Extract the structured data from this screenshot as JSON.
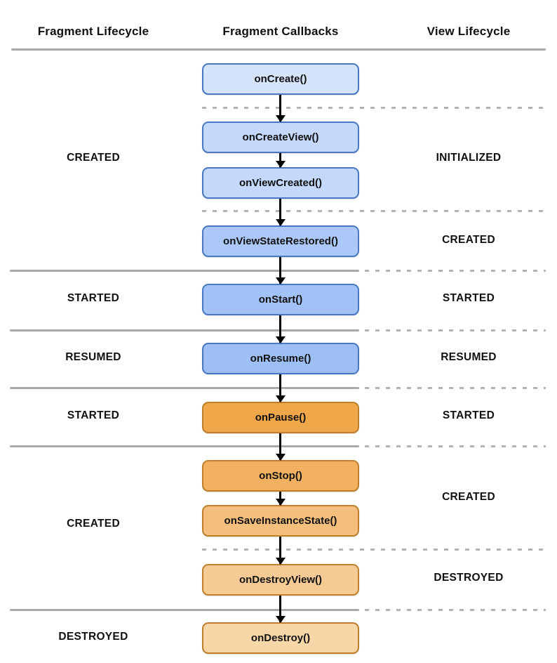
{
  "header": {
    "columns": [
      "Fragment Lifecycle",
      "Fragment Callbacks",
      "View Lifecycle"
    ]
  },
  "callbacks": [
    {
      "label": "onCreate()",
      "fill": "#d5e3fb",
      "border": "#4a77c2"
    },
    {
      "label": "onCreateView()",
      "fill": "#c3d8fa",
      "border": "#4a77c2"
    },
    {
      "label": "onViewCreated()",
      "fill": "#c3d8fa",
      "border": "#4a77c2"
    },
    {
      "label": "onViewStateRestored()",
      "fill": "#abc8f8",
      "border": "#4a77c2"
    },
    {
      "label": "onStart()",
      "fill": "#a2c2f7",
      "border": "#4a77c2"
    },
    {
      "label": "onResume()",
      "fill": "#9dbff5",
      "border": "#4a77c2"
    },
    {
      "label": "onPause()",
      "fill": "#efa74a",
      "border": "#bf7e2a"
    },
    {
      "label": "onStop()",
      "fill": "#f1b161",
      "border": "#bf7e2a"
    },
    {
      "label": "onSaveInstanceState()",
      "fill": "#f4bf7d",
      "border": "#bf7e2a"
    },
    {
      "label": "onDestroyView()",
      "fill": "#f6ca94",
      "border": "#bf7e2a"
    },
    {
      "label": "onDestroy()",
      "fill": "#f7d6a8",
      "border": "#bf7e2a"
    }
  ],
  "fragment_lifecycle_states": [
    "CREATED",
    "STARTED",
    "RESUMED",
    "STARTED",
    "CREATED",
    "DESTROYED"
  ],
  "view_lifecycle_states": [
    "INITIALIZED",
    "CREATED",
    "STARTED",
    "RESUMED",
    "STARTED",
    "CREATED",
    "DESTROYED"
  ],
  "colors": {
    "background": "#ffffff",
    "text": "#111111",
    "arrow": "#000000",
    "separator_solid": "#a9a9a9",
    "separator_dashed": "#b3b3b3",
    "blue_border": "#4a77c2",
    "orange_border": "#bf7e2a"
  }
}
